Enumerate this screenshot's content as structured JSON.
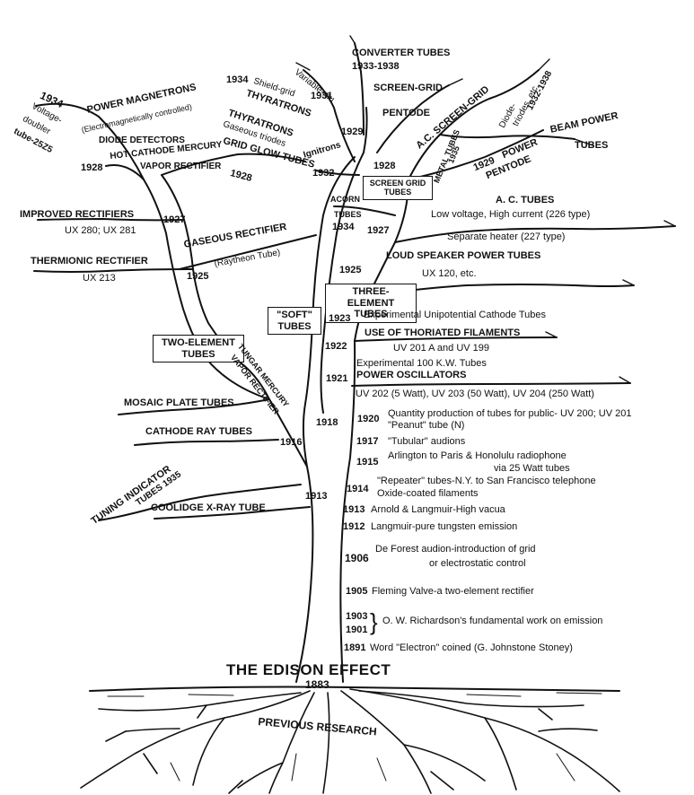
{
  "title": "THE EDISON EFFECT",
  "root_year": "1883",
  "roots_label": "PREVIOUS RESEARCH",
  "boxes": {
    "two_element": [
      "TWO-ELEMENT",
      "TUBES"
    ],
    "soft": [
      "\"SOFT\"",
      "TUBES"
    ],
    "three_element": [
      "THREE-ELEMENT",
      "TUBES"
    ],
    "screen_grid": [
      "SCREEN GRID",
      "TUBES"
    ]
  },
  "trunk_events": [
    {
      "year": "1891",
      "text": "Word \"Electron\" coined (G. Johnstone Stoney)"
    },
    {
      "year": "1903",
      "year2": "1901",
      "text": "O. W. Richardson's fundamental work on emission"
    },
    {
      "year": "1905",
      "text": "Fleming Valve-a two-element rectifier"
    },
    {
      "year": "1906",
      "text": "De Forest audion-introduction of grid",
      "text2": "or electrostatic control"
    },
    {
      "year": "1912",
      "text": "Langmuir-pure tungsten emission"
    },
    {
      "year": "1913",
      "text": "Arnold & Langmuir-High vacua"
    },
    {
      "year": "1914",
      "text": "\"Repeater\" tubes-N.Y. to San Francisco telephone",
      "text2": "Oxide-coated filaments"
    },
    {
      "year": "1915",
      "text": "Arlington to Paris & Honolulu radiophone",
      "text2": "via 25 Watt tubes"
    },
    {
      "year": "1917",
      "text": "\"Tubular\" audions"
    },
    {
      "year": "1920",
      "text": "Quantity production of tubes for public- UV 200; UV 201",
      "text2": "\"Peanut\" tube (N)"
    },
    {
      "year": "1921",
      "text": "Experimental 100 K.W. Tubes",
      "text2": "POWER OSCILLATORS"
    },
    {
      "year": "1922",
      "text": "USE OF THORIATED FILAMENTS",
      "text2": "UV 201 A and UV 199"
    },
    {
      "year": "1923",
      "text": "Experimental Unipotential Cathode Tubes"
    }
  ],
  "oscillator_models": "UV 202 (5 Watt), UV 203 (50 Watt), UV 204 (250 Watt)",
  "right_branches": {
    "loud_speaker": {
      "year": "1925",
      "title": "LOUD SPEAKER POWER TUBES",
      "sub": "UX 120, etc."
    },
    "ac_tubes": {
      "year": "1927",
      "title": "A. C. TUBES",
      "line1": "Low voltage, High current (226 type)",
      "line2": "Separate heater (227 type)"
    },
    "acorn": {
      "title": "ACORN",
      "title2": "TUBES",
      "year": "1934"
    },
    "ac_screen_grid": "A.C. SCREEN-GRID",
    "metal_tubes": {
      "title": "METAL TUBES",
      "year": "1935"
    },
    "diode_triodes": {
      "title": "Diode-",
      "title2": "triodes, etc.",
      "year": "1932-1938"
    },
    "beam_power": {
      "title": "BEAM POWER",
      "title2": "TUBES"
    },
    "power_pentode": {
      "year": "1929",
      "title": "POWER",
      "title2": "PENTODE"
    },
    "screen_grid_pentode": {
      "title": "SCREEN-GRID",
      "title2": "PENTODE",
      "year": "1929"
    },
    "converter": {
      "title": "CONVERTER TUBES",
      "years": "1933-1938"
    },
    "variable_mu": {
      "title": "Variable-mu",
      "year": "1931"
    },
    "screen_grid_year": "1928"
  },
  "middle_branches": {
    "ignitrons": "Ignitrons",
    "ignitrons_year": "1932",
    "shield_grid": {
      "year": "1934",
      "title": "Shield-grid",
      "title2": "THYRATRONS"
    },
    "thyratrons": {
      "title": "THYRATRONS",
      "title2": "Gaseous triodes"
    },
    "grid_glow": {
      "title": "GRID GLOW TUBES",
      "year": "1928"
    },
    "tungar": {
      "title": "TUNGAR MERCURY",
      "title2": "VAPOR RECTIFIER"
    },
    "tungar_year": "1918"
  },
  "left_branches": {
    "voltage_doubler": {
      "year": "1934",
      "lines": [
        "Voltage-",
        "doubler",
        "tube-25Z5"
      ]
    },
    "power_magnetrons": {
      "title": "POWER MAGNETRONS",
      "sub": "(Electromagnetically controlled)",
      "year": "1934"
    },
    "diode_detectors": "DIODE DETECTORS",
    "hot_cathode": {
      "title": "HOT CATHODE MERCURY",
      "title2": "VAPOR RECTIFIER",
      "year": "1928"
    },
    "improved_rectifiers": {
      "title": "IMPROVED RECTIFIERS",
      "sub": "UX 280; UX 281",
      "year": "1927"
    },
    "gaseous_rectifier": {
      "title": "GASEOUS RECTIFIER",
      "sub": "(Raytheon Tube)",
      "year": "1925"
    },
    "thermionic_rectifier": {
      "title": "THERMIONIC RECTIFIER",
      "sub": "UX 213"
    },
    "mosaic_plate": "MOSAIC PLATE TUBES",
    "cathode_ray": {
      "title": "CATHODE RAY TUBES",
      "year": "1916"
    },
    "tuning_indicator": {
      "title": "TUNING INDICATOR",
      "title2": "TUBES 1935"
    },
    "coolidge": {
      "title": "COOLIDGE X-RAY TUBE",
      "year": "1913"
    }
  }
}
